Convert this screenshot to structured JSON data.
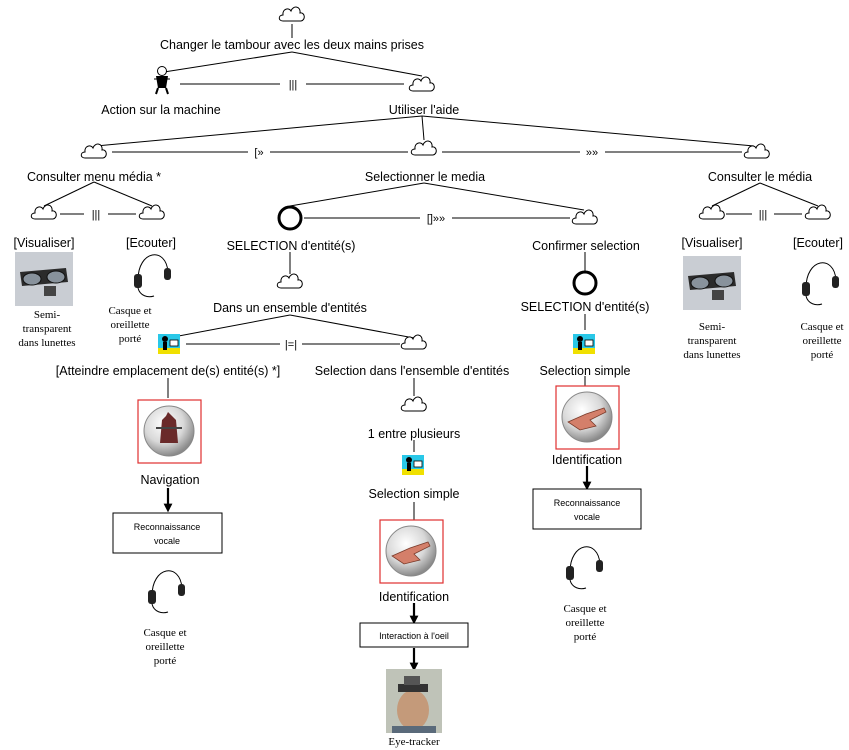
{
  "nodes": {
    "root": "Changer le tambour avec les deux mains prises",
    "action_machine": "Action sur la machine",
    "utiliser_aide": "Utiliser l'aide",
    "consulter_menu": "Consulter menu média *",
    "selectionner_media": "Selectionner le media",
    "consulter_media": "Consulter le média",
    "visualiser_left": "[Visualiser]",
    "ecouter_left": "[Ecouter]",
    "selection_entites_left": "SELECTION d'entité(s)",
    "confirmer_selection": "Confirmer selection",
    "visualiser_right": "[Visualiser]",
    "ecouter_right": "[Ecouter]",
    "dans_ensemble": "Dans un ensemble d'entités",
    "selection_entites_right": "SELECTION d'entité(s)",
    "atteindre": "[Atteindre emplacement de(s) entité(s) *]",
    "selection_ensemble": "Selection dans l'ensemble d'entités",
    "selection_simple_right": "Selection simple",
    "un_entre_plusieurs": "1 entre plusieurs",
    "selection_simple_mid": "Selection simple",
    "navigation": "Navigation",
    "identification_mid": "Identification",
    "identification_right": "Identification"
  },
  "operators": {
    "op_root": "|||",
    "op_aide": "[»",
    "op_aide2": "»»",
    "op_consulter_menu": "|||",
    "op_selection": "[]»»",
    "op_consulter_media": "|||",
    "op_ensemble": "|=|"
  },
  "boxes": {
    "reco_left": [
      "Reconnaissance",
      "vocale"
    ],
    "reco_right": [
      "Reconnaissance",
      "vocale"
    ],
    "interaction_oeil": "Interaction à l'oeil"
  },
  "device_captions": {
    "glasses_left": [
      "Semi-",
      "transparent",
      "dans lunettes"
    ],
    "headset_left": [
      "Casque et",
      "oreillette",
      "porté"
    ],
    "glasses_right": [
      "Semi-",
      "transparent",
      "dans lunettes"
    ],
    "headset_right": [
      "Casque et",
      "oreillette",
      "porté"
    ],
    "headset_nav": [
      "Casque et",
      "oreillette",
      "porté"
    ],
    "headset_ident": [
      "Casque et",
      "oreillette",
      "porté"
    ],
    "eye_tracker": "Eye-tracker"
  },
  "colors": {
    "frame_red": "#e03030",
    "user_icon_cyan": "#29c8e8",
    "user_icon_yellow": "#f0e000"
  }
}
